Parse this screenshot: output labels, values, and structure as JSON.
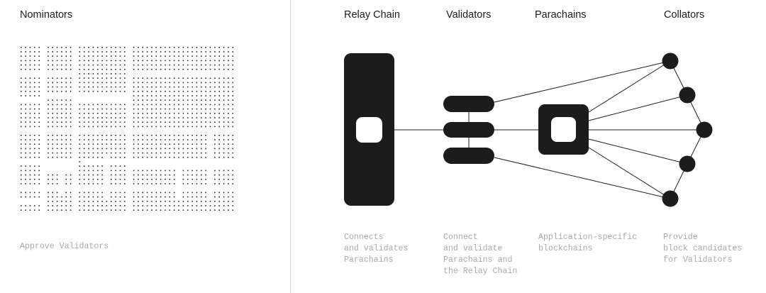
{
  "left": {
    "title": "Nominators",
    "caption": "Approve Validators"
  },
  "columns": [
    {
      "title": "Relay Chain",
      "caption": "Connects\nand validates\nParachains"
    },
    {
      "title": "Validators",
      "caption": "Connect\nand validate\nParachains and\nthe Relay Chain"
    },
    {
      "title": "Parachains",
      "caption": "Application-specific\nblockchains"
    },
    {
      "title": "Collators",
      "caption": "Provide\nblock candidates\nfor Validators"
    }
  ],
  "colors": {
    "ink": "#1c1c1c",
    "caption": "#a9a9a9",
    "divider": "#d6d6d6"
  }
}
